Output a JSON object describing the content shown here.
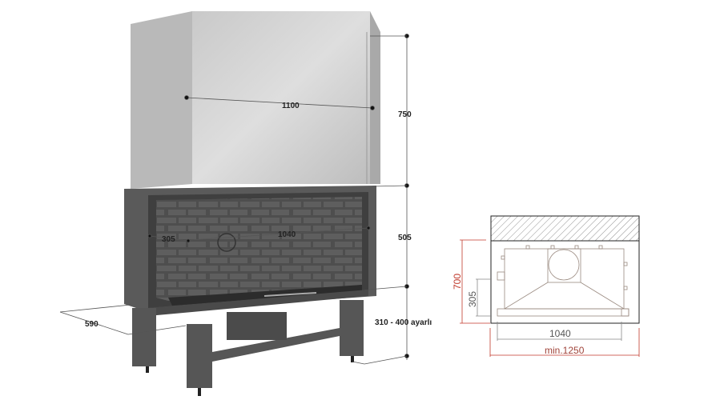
{
  "perspective_view": {
    "dimensions": {
      "hood_width": "1100",
      "hood_height": "750",
      "firebox_height": "505",
      "glass_width": "1040",
      "side_glass": "305",
      "depth": "590",
      "leg_height": "310 - 400 ayarlı"
    }
  },
  "plan_view": {
    "dimensions": {
      "depth": "700",
      "side": "305",
      "opening_width": "1040",
      "min_width": "min.1250"
    },
    "colors": {
      "dimension_line": "#c0392b",
      "outline": "#9a8a80"
    }
  }
}
